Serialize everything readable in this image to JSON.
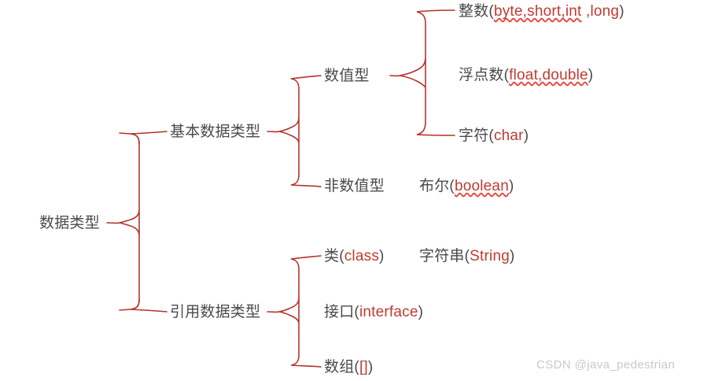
{
  "diagram": {
    "title_text": "数据类型",
    "colors": {
      "text": "#4a4a4a",
      "keyword": "#bf3b30",
      "connector": "#b5332b",
      "squiggle": "#e8433a",
      "watermark": "#c9c9c9",
      "background": "#ffffff"
    },
    "root": {
      "label": "数据类型"
    },
    "level1": [
      {
        "label": "基本数据类型"
      },
      {
        "label": "引用数据类型"
      }
    ],
    "level2_primitive": [
      {
        "label": "数值型"
      },
      {
        "label": "非数值型"
      }
    ],
    "primitive_extra": {
      "cn": "布尔(",
      "kw": "boolean",
      "close": ")"
    },
    "level3_numeric": [
      {
        "cn": "整数(",
        "kw": "byte,short,int",
        "kw_tail": " ,long",
        "close": ")"
      },
      {
        "cn": "浮点数(",
        "kw": "float,double",
        "kw_tail": "",
        "close": ")"
      },
      {
        "cn": "字符(",
        "kw": "char",
        "kw_tail": "",
        "close": ")"
      }
    ],
    "level2_reference": [
      {
        "cn": "类(",
        "kw": "class",
        "close": ")"
      },
      {
        "cn": "接口(",
        "kw": "interface",
        "close": ")"
      },
      {
        "cn": "数组(",
        "kw": "[]",
        "close": ")"
      }
    ],
    "reference_extra": {
      "cn": "字符串(",
      "kw": "String",
      "close": ")"
    },
    "watermark": {
      "text": "CSDN @java_pedestrian"
    }
  }
}
